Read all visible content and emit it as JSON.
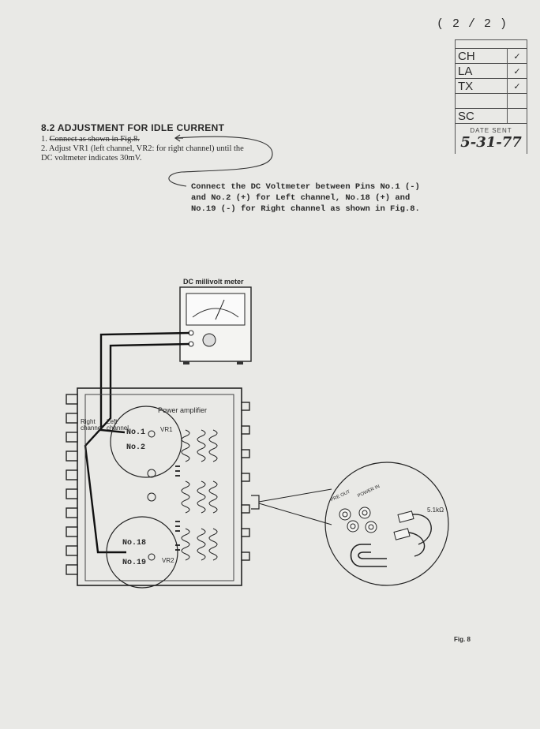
{
  "page_number": "( 2 / 2 )",
  "routing_box": {
    "rows": [
      {
        "code": "CH",
        "mark": "✓"
      },
      {
        "code": "LA",
        "mark": "✓"
      },
      {
        "code": "TX",
        "mark": "✓"
      },
      {
        "code": "",
        "mark": ""
      },
      {
        "code": "SC",
        "mark": ""
      }
    ],
    "date_label": "DATE SENT",
    "date_value": "5-31-77"
  },
  "section": {
    "heading": "8.2 ADJUSTMENT FOR IDLE CURRENT",
    "step1_number": "1.",
    "step1_struck": "Connect as shown in Fig.8.",
    "step2": "2. Adjust VR1 (left channel, VR2: for right channel) until the DC voltmeter indicates 30mV.",
    "inserted_note": "Connect the DC Voltmeter between Pins No.1 (-) and No.2 (+) for Left channel, No.18 (+) and No.19 (-) for Right channel as shown in Fig.8."
  },
  "diagram": {
    "meter_title": "DC millivolt meter",
    "amplifier_title": "Power amplifier",
    "right_channel": "Right channel",
    "left_channel": "Left channel",
    "pin1": "No.1",
    "pin2": "No.2",
    "pin18": "No.18",
    "pin19": "No.19",
    "vr1": "VR1",
    "vr2": "VR2",
    "resistor": "5.1kΩ",
    "jack_pre_out": "PRE OUT",
    "jack_power_in": "POWER IN"
  },
  "figure_label": "Fig. 8"
}
